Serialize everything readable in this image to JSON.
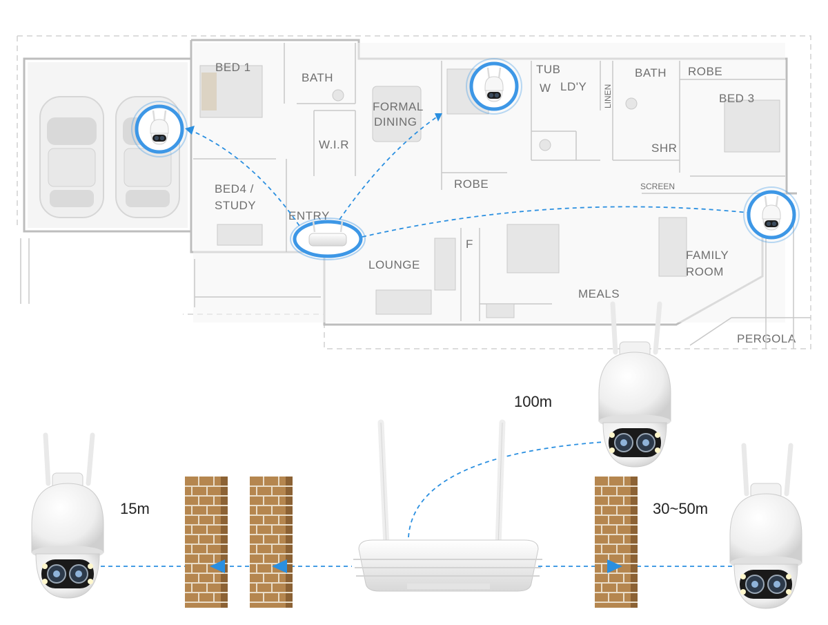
{
  "floorplan": {
    "rooms": {
      "bed1": "BED 1",
      "bath1": "BATH",
      "formal_dining_line1": "FORMAL",
      "formal_dining_line2": "DINING",
      "wir": "W.I.R",
      "tub": "TUB",
      "w": "W",
      "ldy": "LD'Y",
      "linen": "LINEN",
      "bath2": "BATH",
      "robe1": "ROBE",
      "bed3": "BED 3",
      "shr": "SHR",
      "robe2": "ROBE",
      "screen": "SCREEN",
      "bed4_line1": "BED4 /",
      "bed4_line2": "STUDY",
      "entry": "ENTRY",
      "lounge": "LOUNGE",
      "f": "F",
      "family_line1": "FAMILY",
      "family_line2": "ROOM",
      "meals": "MEALS",
      "pergola": "PERGOLA"
    }
  },
  "distances": {
    "top": "100m",
    "left": "15m",
    "right": "30~50m"
  },
  "colors": {
    "signal": "#2a8fe0",
    "halo": "#3d97e6",
    "brick": "#b5864f"
  },
  "icons": {
    "camera": "ptz-camera-icon",
    "router": "nvr-router-icon",
    "wall": "brick-wall-icon",
    "car": "car-icon"
  }
}
